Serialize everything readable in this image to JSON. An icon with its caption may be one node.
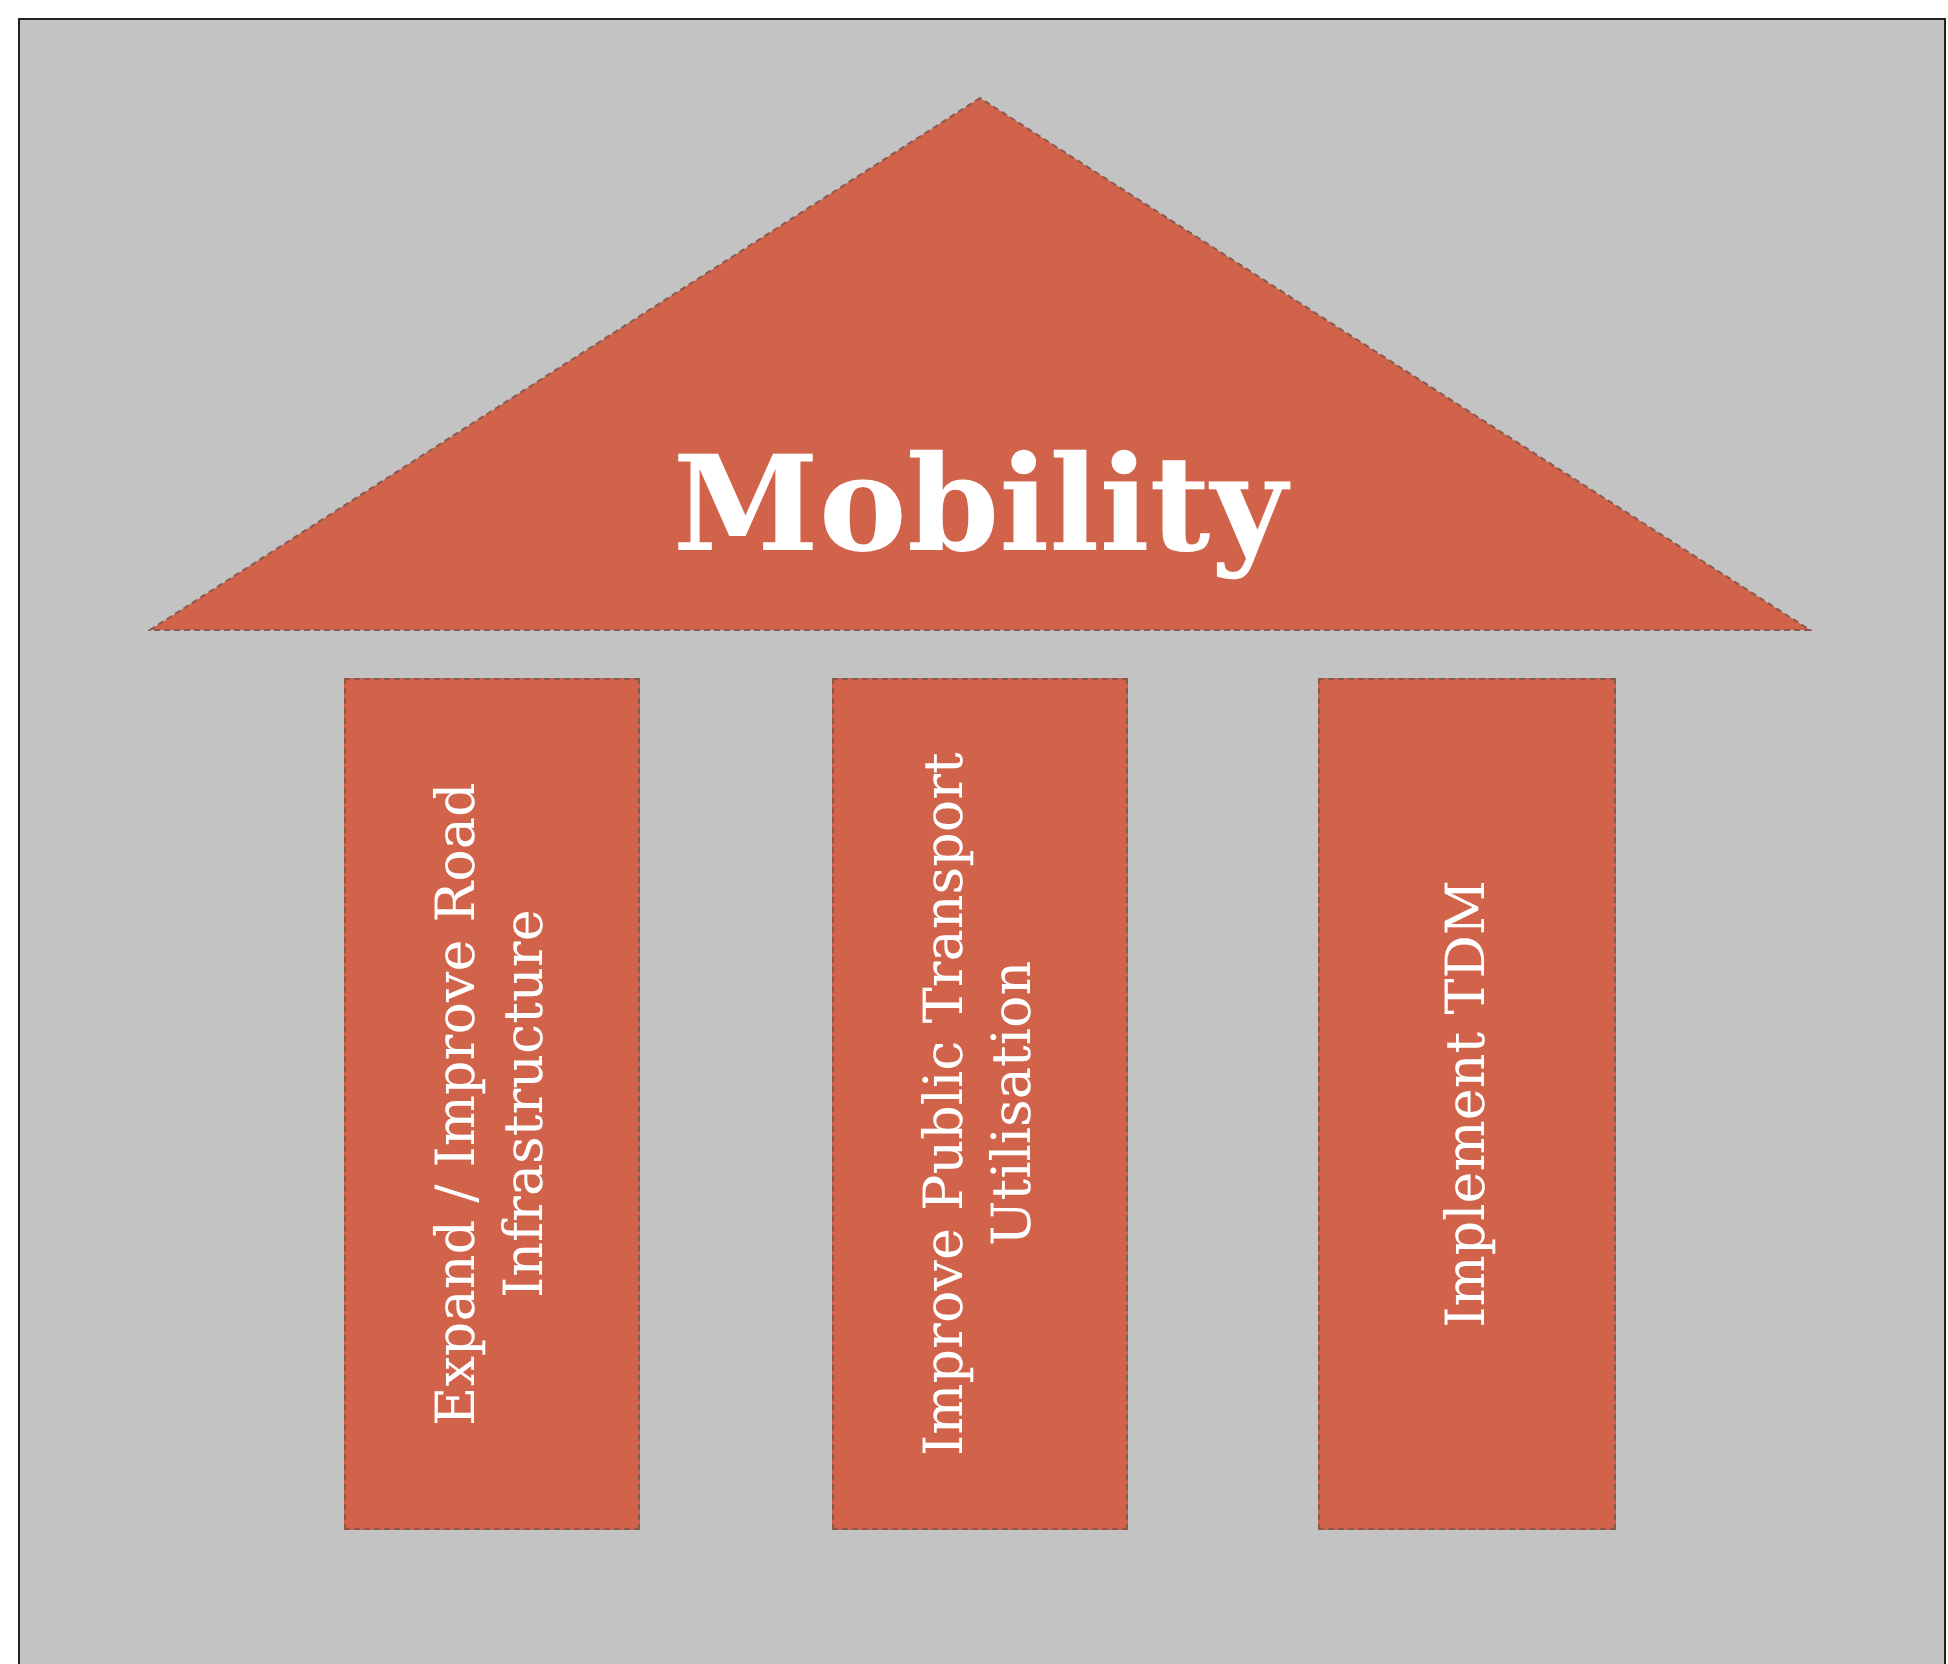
{
  "diagram": {
    "nodes": [
      {
        "text": [
          "Mobility"
        ]
      },
      {
        "text": [
          "Expand / Improve Road Infrastructure"
        ]
      },
      {
        "text": [
          "Improve Public Transport Utilisation"
        ]
      },
      {
        "text": [
          "Implement TDM"
        ]
      }
    ]
  }
}
